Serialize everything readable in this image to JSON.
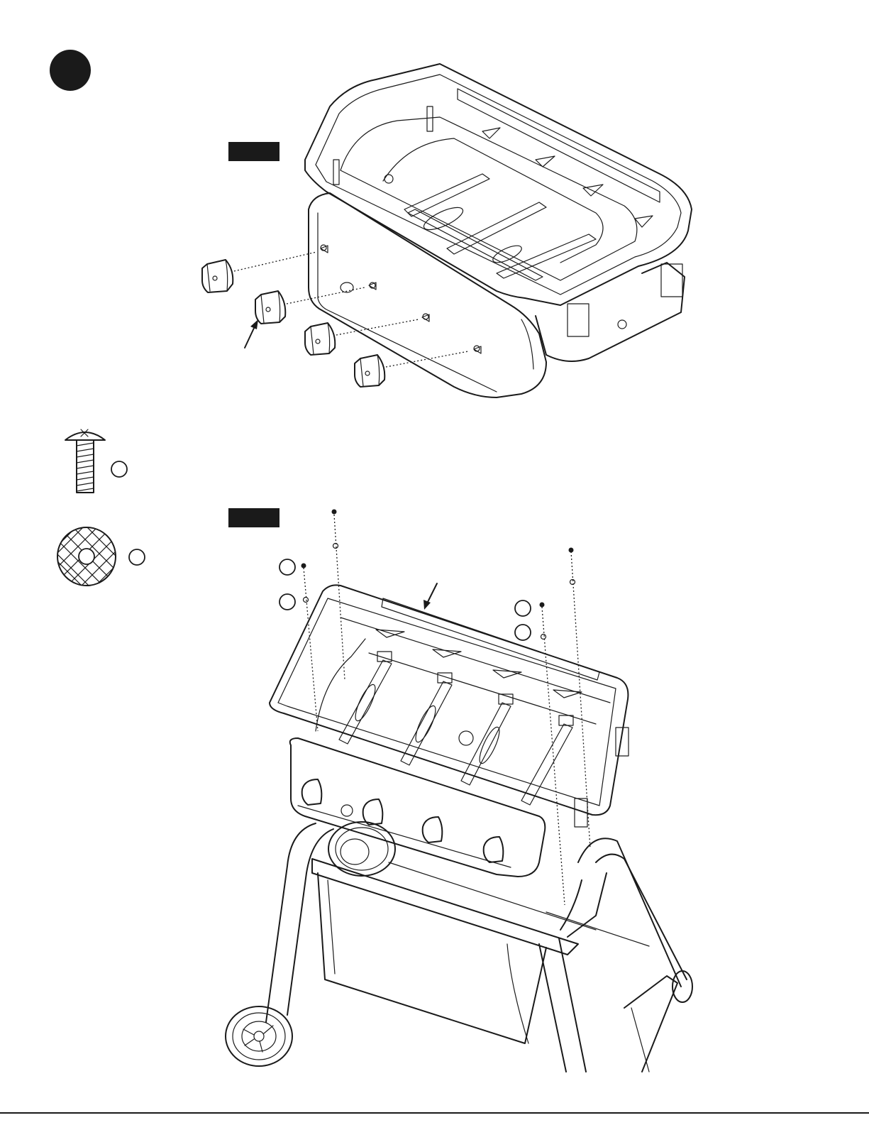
{
  "colors": {
    "ink": "#1a1a1a",
    "paper": "#ffffff"
  },
  "icons": [
    "step-circle",
    "screw-icon",
    "washer-icon",
    "view-label-box",
    "callout-arrow"
  ]
}
